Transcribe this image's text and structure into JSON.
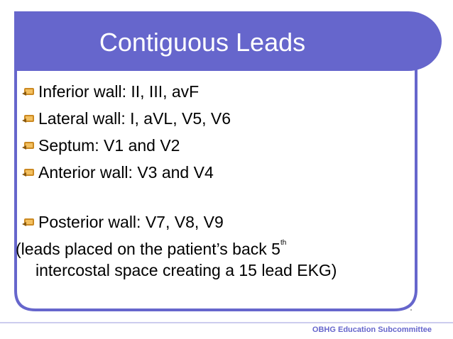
{
  "slide": {
    "title": "Contiguous Leads",
    "bullets": [
      {
        "text": "Inferior wall: II, III, avF"
      },
      {
        "text": "Lateral wall: I, aVL, V5, V6"
      },
      {
        "text": "Septum: V1 and V2"
      },
      {
        "text": "Anterior wall: V3 and V4"
      },
      {
        "text": "Posterior wall: V7, V8, V9"
      }
    ],
    "note": {
      "line1_prefix": "(leads placed on the patient’s back 5",
      "line1_superscript": "th",
      "line2": "intercostal space creating a 15 lead EKG)"
    },
    "footer": "OBHG Education Subcommittee"
  },
  "colors": {
    "accent": "#6666cc",
    "text": "#000000",
    "title_text": "#ffffff",
    "background": "#ffffff"
  },
  "icons": {
    "bullet": "scroll-bullet-icon"
  }
}
